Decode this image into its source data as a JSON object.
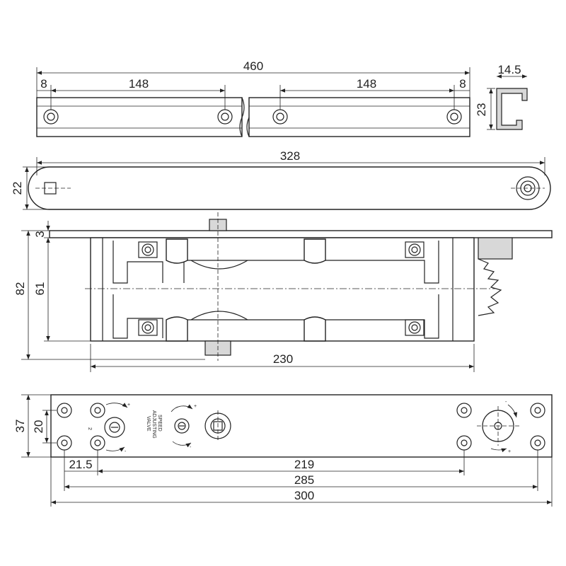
{
  "dimensions": {
    "overall_length": "460",
    "end_offset_left": "8",
    "hole_spacing_left": "148",
    "hole_spacing_right": "148",
    "end_offset_right": "8",
    "channel_width": "14.5",
    "channel_height": "23",
    "arm_length": "328",
    "arm_width": "22",
    "plate_thickness": "3",
    "body_height": "82",
    "body_inner_height": "61",
    "body_length": "230",
    "box_height": "37",
    "hole_row_spacing": "20",
    "first_hole_offset": "21.5",
    "hole_spacing_219": "219",
    "hole_span_285": "285",
    "box_length": "300"
  },
  "valve_labels": {
    "line1": "SPEED",
    "line2": "ADJUSTING",
    "line3": "VALVE",
    "valve_number": "2",
    "plus": "+",
    "minus": "-"
  },
  "colors": {
    "line": "#222222",
    "fill": "#d8d8d8"
  }
}
